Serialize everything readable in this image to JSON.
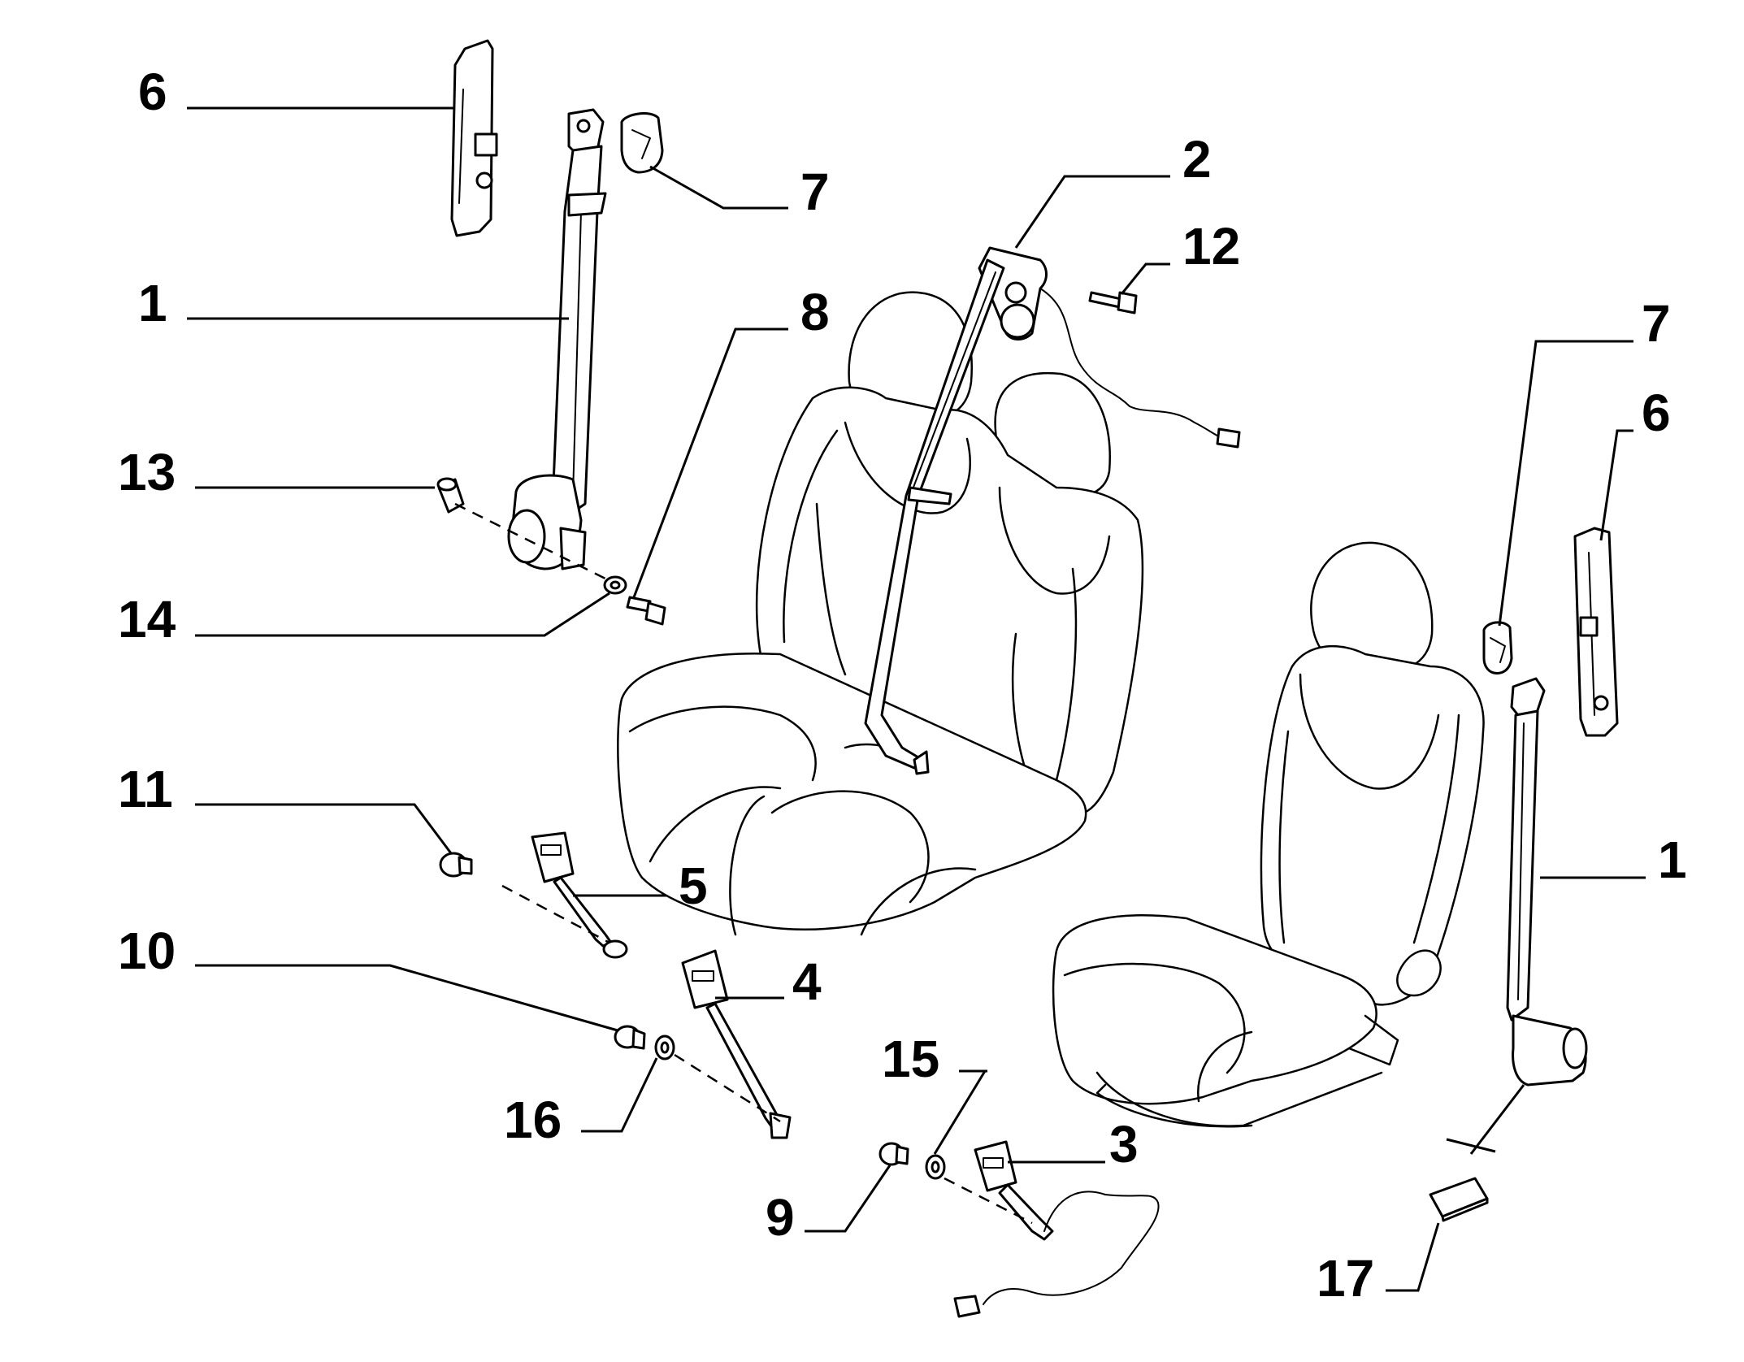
{
  "diagram": {
    "callouts": [
      {
        "id": "c6a",
        "label": "6"
      },
      {
        "id": "c1a",
        "label": "1"
      },
      {
        "id": "c7a",
        "label": "7"
      },
      {
        "id": "c13",
        "label": "13"
      },
      {
        "id": "c14",
        "label": "14"
      },
      {
        "id": "c8",
        "label": "8"
      },
      {
        "id": "c2",
        "label": "2"
      },
      {
        "id": "c12",
        "label": "12"
      },
      {
        "id": "c7b",
        "label": "7"
      },
      {
        "id": "c6b",
        "label": "6"
      },
      {
        "id": "c1b",
        "label": "1"
      },
      {
        "id": "c11",
        "label": "11"
      },
      {
        "id": "c5",
        "label": "5"
      },
      {
        "id": "c10",
        "label": "10"
      },
      {
        "id": "c4",
        "label": "4"
      },
      {
        "id": "c16",
        "label": "16"
      },
      {
        "id": "c15",
        "label": "15"
      },
      {
        "id": "c3",
        "label": "3"
      },
      {
        "id": "c9",
        "label": "9"
      },
      {
        "id": "c17",
        "label": "17"
      }
    ]
  }
}
